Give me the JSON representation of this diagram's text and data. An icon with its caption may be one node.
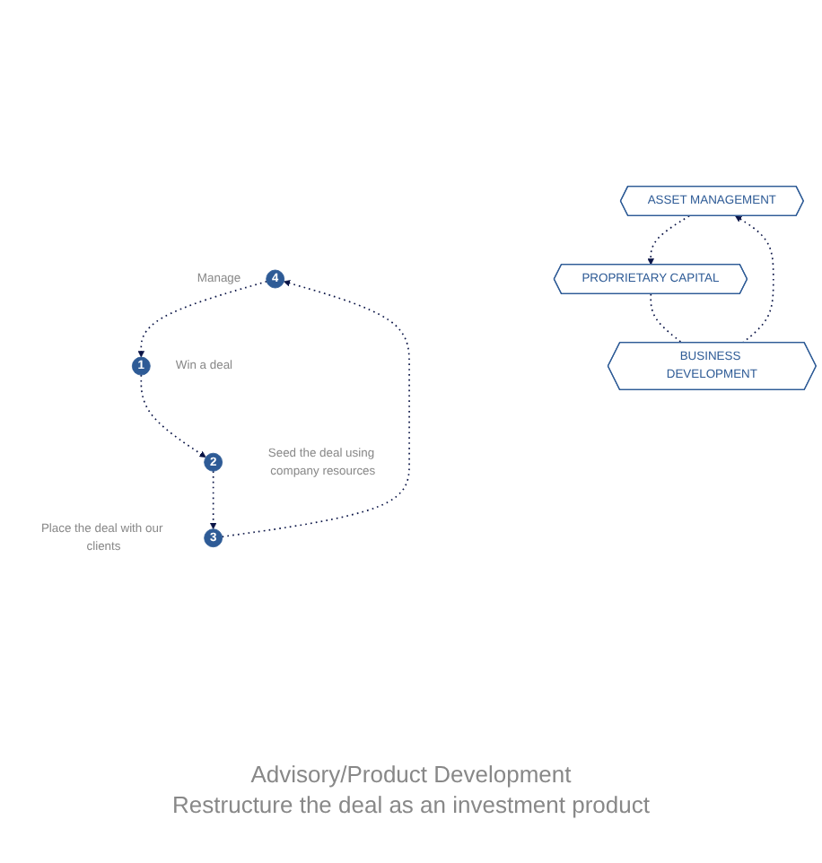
{
  "diagram": {
    "nodes": [
      {
        "text": [
          "ASSET MANAGEMENT"
        ]
      },
      {
        "text": [
          "4"
        ],
        "beside": [
          "Manage"
        ]
      },
      {
        "text": [
          "1"
        ],
        "beside": [
          "Win a deal"
        ]
      },
      {
        "text": [
          "3"
        ],
        "beside": [
          "Place the deal with our clients"
        ]
      },
      {
        "text": [
          "2"
        ],
        "beside": [
          "Seed the deal using company resources"
        ]
      },
      {
        "text": [
          "BUSINESS DEVELOPMENT"
        ]
      },
      {
        "text": [
          "PROPRIETARY CAPITAL"
        ]
      }
    ],
    "edges": [
      {
        "from": 0,
        "to": 6,
        "arrow": "to",
        "style": "dashed"
      },
      {
        "from": 6,
        "to": 5,
        "arrow": "none",
        "style": "dashed"
      },
      {
        "from": 5,
        "to": 0,
        "arrow": "to",
        "style": "dashed"
      },
      {
        "from": 1,
        "to": 2,
        "arrow": "to",
        "style": "dashed"
      },
      {
        "from": 2,
        "to": 4,
        "arrow": "to",
        "style": "dashed"
      },
      {
        "from": 4,
        "to": 3,
        "arrow": "to",
        "style": "dashed"
      },
      {
        "from": 3,
        "to": 1,
        "arrow": "to",
        "style": "dashed"
      }
    ],
    "labels": [
      "Advisory/Product Development",
      "Restructure the deal as an investment product"
    ]
  }
}
